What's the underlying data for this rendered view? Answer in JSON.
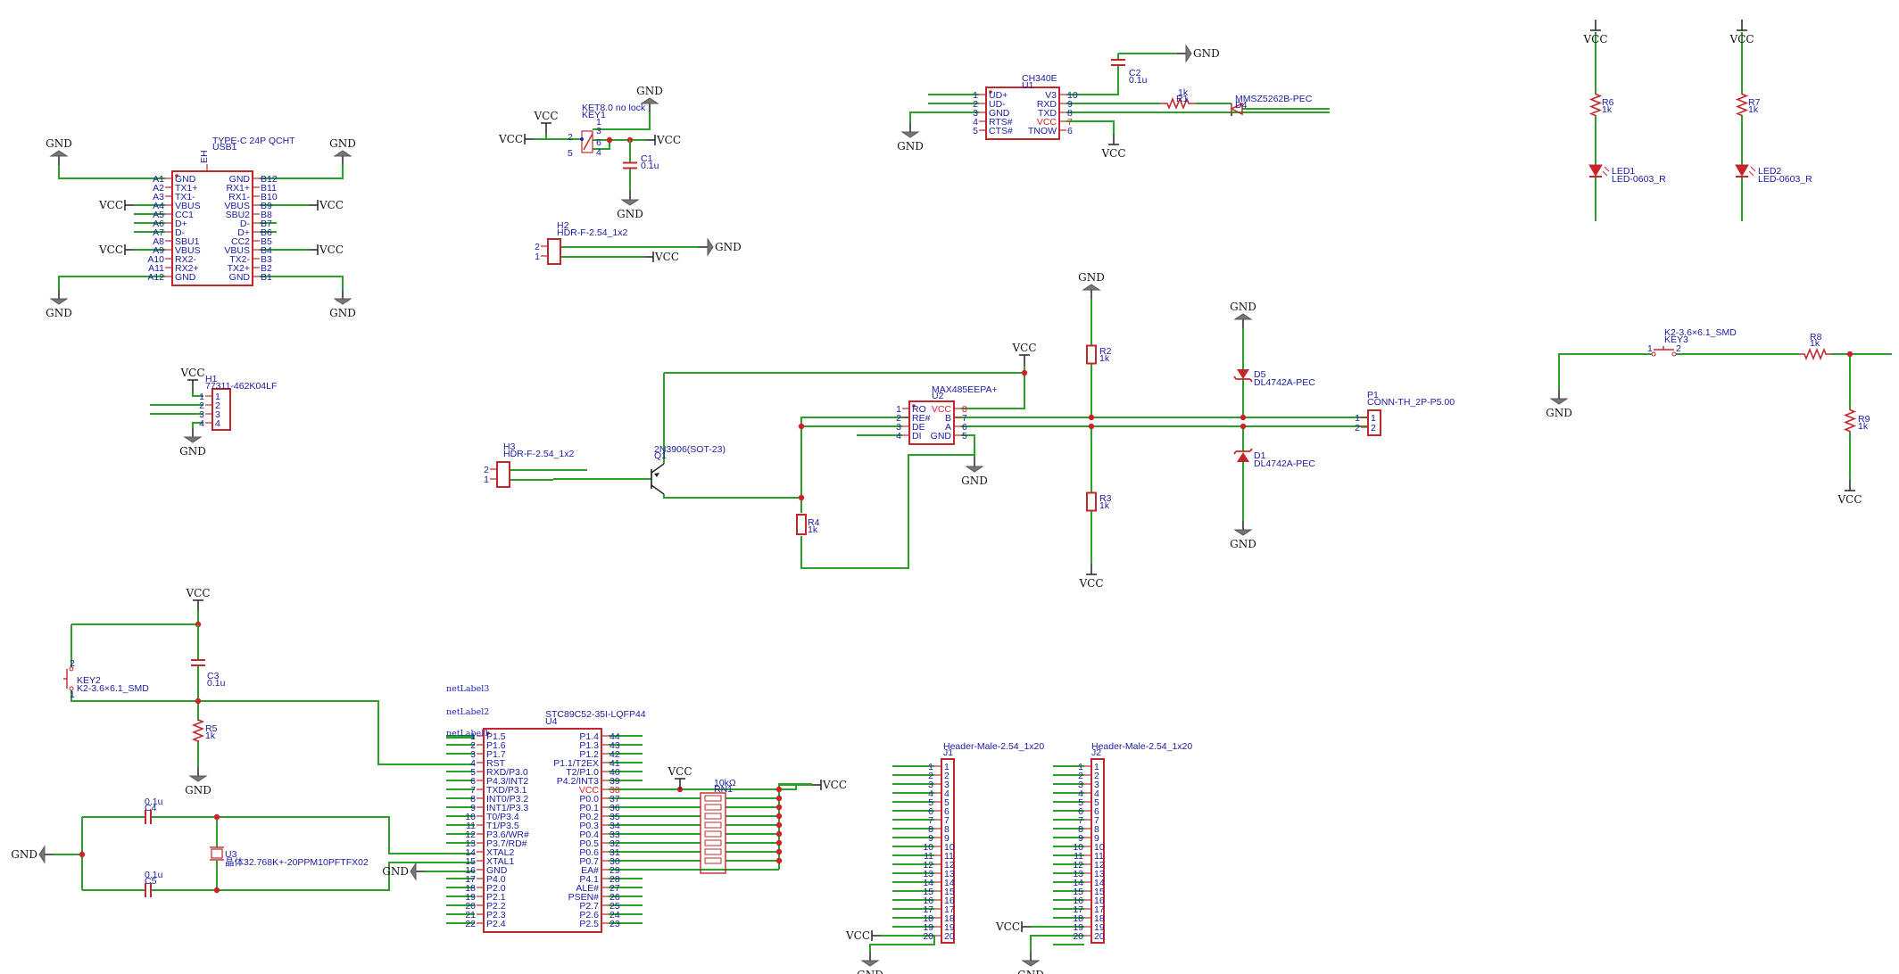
{
  "power": {
    "vcc": "VCC",
    "gnd": "GND"
  },
  "net_labels": [
    "netLabel3",
    "netLabel2",
    "netLabel1"
  ],
  "components": {
    "usb1": {
      "ref": "USB1",
      "value": "TYPE-C 24P QCHT",
      "eh": "EH",
      "left_nums": [
        "A1",
        "A2",
        "A3",
        "A4",
        "A5",
        "A6",
        "A7",
        "A8",
        "A9",
        "A10",
        "A11",
        "A12"
      ],
      "left_names": [
        "GND",
        "TX1+",
        "TX1-",
        "VBUS",
        "CC1",
        "D+",
        "D-",
        "SBU1",
        "VBUS",
        "RX2-",
        "RX2+",
        "GND"
      ],
      "right_names": [
        "GND",
        "RX1+",
        "RX1-",
        "VBUS",
        "SBU2",
        "D-",
        "D+",
        "CC2",
        "VBUS",
        "TX2-",
        "TX2+",
        "GND"
      ],
      "right_nums": [
        "B12",
        "B11",
        "B10",
        "B9",
        "B8",
        "B7",
        "B6",
        "B5",
        "B4",
        "B3",
        "B2",
        "B1"
      ]
    },
    "key1": {
      "ref": "KEY1",
      "value": "KET8.0 no lock",
      "pins": [
        "1",
        "2",
        "3",
        "4",
        "5",
        "6"
      ]
    },
    "c1": {
      "ref": "C1",
      "value": "0.1u"
    },
    "h2": {
      "ref": "H2",
      "value": "HDR-F-2.54_1x2",
      "pins": [
        "2",
        "1"
      ]
    },
    "h1": {
      "ref": "H1",
      "value": "77311-462K04LF",
      "pins": [
        "1",
        "2",
        "3",
        "4"
      ]
    },
    "u1": {
      "ref": "U1",
      "value": "CH340E",
      "left_nums": [
        "1",
        "2",
        "3",
        "4",
        "5"
      ],
      "left_names": [
        "UD+",
        "UD-",
        "GND",
        "RTS#",
        "CTS#"
      ],
      "right_names": [
        "V3",
        "RXD",
        "TXD",
        "VCC",
        "TNOW"
      ],
      "right_nums": [
        "10",
        "9",
        "8",
        "7",
        "6"
      ]
    },
    "c2": {
      "ref": "C2",
      "value": "0.1u"
    },
    "r1": {
      "ref": "R1",
      "value": "1k"
    },
    "d4": {
      "ref": "D4",
      "value": "MMSZ5262B-PEC"
    },
    "r6": {
      "ref": "R6",
      "value": "1k"
    },
    "r7": {
      "ref": "R7",
      "value": "1k"
    },
    "led1": {
      "ref": "LED1",
      "value": "LED-0603_R"
    },
    "led2": {
      "ref": "LED2",
      "value": "LED-0603_R"
    },
    "u2": {
      "ref": "U2",
      "value": "MAX485EEPA+",
      "left_nums": [
        "1",
        "2",
        "3",
        "4"
      ],
      "left_names": [
        "RO",
        "RE#",
        "DE",
        "DI"
      ],
      "right_names": [
        "VCC",
        "B",
        "A",
        "GND"
      ],
      "right_nums": [
        "8",
        "7",
        "6",
        "5"
      ]
    },
    "r2": {
      "ref": "R2",
      "value": "1k"
    },
    "r3": {
      "ref": "R3",
      "value": "1k"
    },
    "r4": {
      "ref": "R4",
      "value": "1k"
    },
    "d5": {
      "ref": "D5",
      "value": "DL4742A-PEC"
    },
    "d1": {
      "ref": "D1",
      "value": "DL4742A-PEC"
    },
    "p1": {
      "ref": "P1",
      "value": "CONN-TH_2P-P5.00",
      "pins": [
        "1",
        "2"
      ]
    },
    "h3": {
      "ref": "H3",
      "value": "HDR-F-2.54_1x2",
      "pins": [
        "2",
        "1"
      ]
    },
    "q1": {
      "ref": "Q1",
      "value": "2N3906(SOT-23)"
    },
    "key3": {
      "ref": "KEY3",
      "value": "K2-3.6×6.1_SMD",
      "pins": [
        "1",
        "2"
      ]
    },
    "r8": {
      "ref": "R8",
      "value": "1k"
    },
    "r9": {
      "ref": "R9",
      "value": "1k"
    },
    "key2": {
      "ref": "KEY2",
      "value": "K2-3.6×6.1_SMD",
      "pins": [
        "2",
        "1"
      ]
    },
    "c3": {
      "ref": "C3",
      "value": "0.1u"
    },
    "r5": {
      "ref": "R5",
      "value": "1k"
    },
    "c4": {
      "ref": "C4",
      "value": "0.1u"
    },
    "c5": {
      "ref": "C5",
      "value": "0.1u"
    },
    "u3": {
      "ref": "U3",
      "value": "晶体32.768K+-20PPM10PFTFX02"
    },
    "u4": {
      "ref": "U4",
      "value": "STC89C52-35I-LQFP44",
      "left_nums": [
        "1",
        "2",
        "3",
        "4",
        "5",
        "6",
        "7",
        "8",
        "9",
        "10",
        "11",
        "12",
        "13",
        "14",
        "15",
        "16",
        "17",
        "18",
        "19",
        "20",
        "21",
        "22"
      ],
      "left_names": [
        "P1.5",
        "P1.6",
        "P1.7",
        "RST",
        "RXD/P3.0",
        "P4.3/INT2",
        "TXD/P3.1",
        "INT0/P3.2",
        "INT1/P3.3",
        "T0/P3.4",
        "T1/P3.5",
        "P3.6/WR#",
        "P3.7/RD#",
        "XTAL2",
        "XTAL1",
        "GND",
        "P4.0",
        "P2.0",
        "P2.1",
        "P2.2",
        "P2.3",
        "P2.4"
      ],
      "right_names": [
        "P1.4",
        "P1.3",
        "P1.2",
        "P1.1/T2EX",
        "T2/P1.0",
        "P4.2/INT3",
        "VCC",
        "P0.0",
        "P0.1",
        "P0.2",
        "P0.3",
        "P0.4",
        "P0.5",
        "P0.6",
        "P0.7",
        "EA#",
        "P4.1",
        "ALE#",
        "PSEN#",
        "P2.7",
        "P2.6",
        "P2.5"
      ],
      "right_nums": [
        "44",
        "43",
        "42",
        "41",
        "40",
        "39",
        "38",
        "37",
        "36",
        "35",
        "34",
        "33",
        "32",
        "31",
        "30",
        "29",
        "28",
        "27",
        "26",
        "25",
        "24",
        "23"
      ]
    },
    "rn1": {
      "ref": "RN1",
      "value": "10kΩ"
    },
    "j1": {
      "ref": "J1",
      "value": "Header-Male-2.54_1x20",
      "pins": [
        "1",
        "2",
        "3",
        "4",
        "5",
        "6",
        "7",
        "8",
        "9",
        "10",
        "11",
        "12",
        "13",
        "14",
        "15",
        "16",
        "17",
        "18",
        "19",
        "20"
      ]
    },
    "j2": {
      "ref": "J2",
      "value": "Header-Male-2.54_1x20",
      "pins": [
        "1",
        "2",
        "3",
        "4",
        "5",
        "6",
        "7",
        "8",
        "9",
        "10",
        "11",
        "12",
        "13",
        "14",
        "15",
        "16",
        "17",
        "18",
        "19",
        "20"
      ]
    }
  },
  "colors": {
    "wire": "#2aa02a",
    "body": "#c0282d",
    "text": "#1a1aa0",
    "vcc_pin": "#e0202a"
  }
}
